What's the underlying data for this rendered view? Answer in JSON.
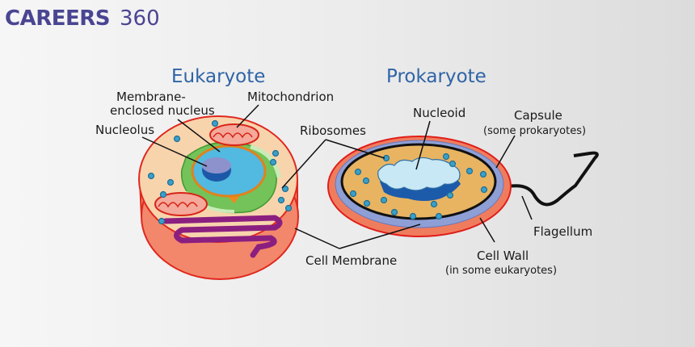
{
  "logo": {
    "brand": "CAREERS",
    "number": "360",
    "color": "#4a4592"
  },
  "eukaryote": {
    "title": "Eukaryote",
    "labels": {
      "membrane_nucleus_1": "Membrane-",
      "membrane_nucleus_2": "enclosed nucleus",
      "nucleolus": "Nucleolus",
      "mitochondrion": "Mitochondrion",
      "ribosomes": "Ribosomes",
      "cell_membrane": "Cell Membrane"
    }
  },
  "prokaryote": {
    "title": "Prokaryote",
    "labels": {
      "nucleoid": "Nucleoid",
      "capsule": "Capsule",
      "capsule_note": "(some prokaryotes)",
      "flagellum": "Flagellum",
      "cell_wall": "Cell Wall",
      "cell_wall_note": "(in some eukaryotes)"
    }
  }
}
